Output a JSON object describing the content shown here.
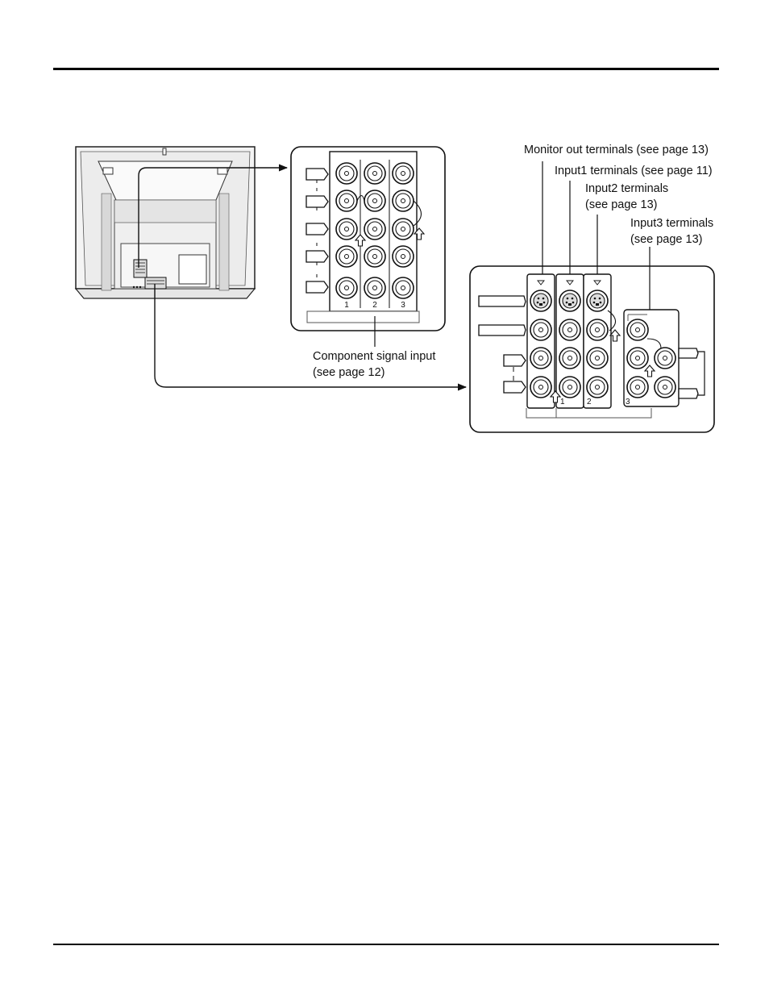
{
  "callouts": {
    "monitor_out": "Monitor out terminals (see page 13)",
    "input1": "Input1 terminals (see page 11)",
    "input2": [
      "Input2 terminals",
      "(see page 13)"
    ],
    "input3": [
      "Input3 terminals",
      "(see page 13)"
    ],
    "component": [
      "Component signal input",
      "(see page 12)"
    ]
  },
  "component_panel": {
    "column_numbers": [
      "1",
      "2",
      "3"
    ]
  },
  "av_panel": {
    "column_numbers": [
      "1",
      "2",
      "3"
    ]
  }
}
